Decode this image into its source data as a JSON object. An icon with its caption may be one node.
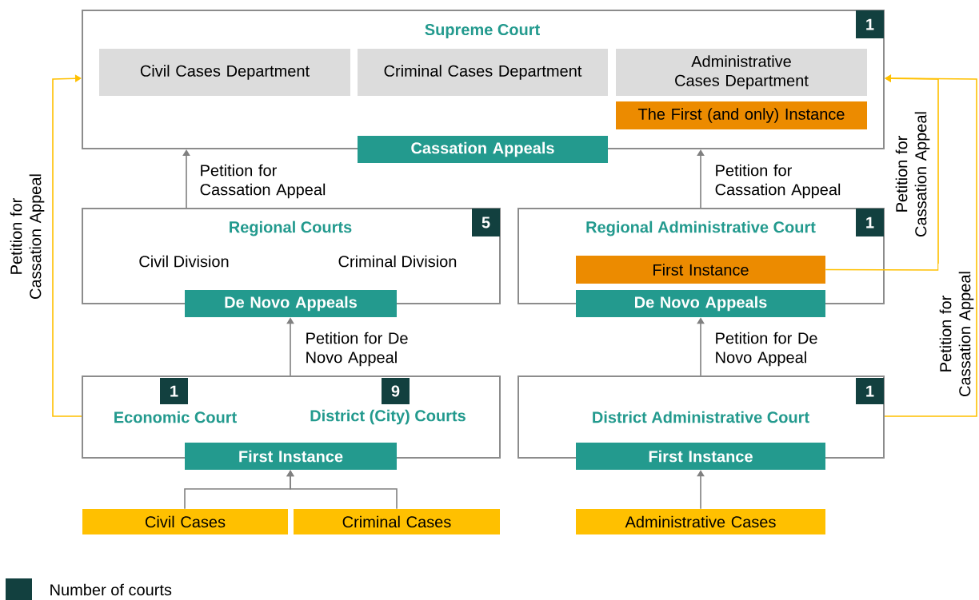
{
  "diagram": {
    "nodes": [
      {
        "text": [
          "Supreme Court"
        ]
      },
      {
        "text": [
          "1"
        ],
        "in": 0
      },
      {
        "text": [
          "Civil Cases Department"
        ],
        "in": 0
      },
      {
        "text": [
          "Criminal Cases Department"
        ],
        "in": 0
      },
      {
        "text": [
          "Administrative Cases Department"
        ],
        "in": 0
      },
      {
        "text": [
          "The First (and only) Instance"
        ],
        "in": 0
      },
      {
        "text": [
          "Cassation Appeals"
        ]
      },
      {
        "text": [
          "Regional Courts",
          "Civil Division",
          "Criminal Division"
        ]
      },
      {
        "text": [
          "5"
        ],
        "in": 7
      },
      {
        "text": [
          "De Novo Appeals"
        ]
      },
      {
        "text": [
          "Regional Administrative Court"
        ]
      },
      {
        "text": [
          "1"
        ],
        "in": 10
      },
      {
        "text": [
          "First Instance"
        ],
        "in": 10
      },
      {
        "text": [
          "De Novo Appeals"
        ]
      },
      {
        "text": [
          "Economic Court",
          "District (City) Courts"
        ]
      },
      {
        "text": [
          "1"
        ],
        "in": 14
      },
      {
        "text": [
          "9"
        ],
        "in": 14
      },
      {
        "text": [
          "First Instance"
        ]
      },
      {
        "text": [
          "District Administrative Court"
        ]
      },
      {
        "text": [
          "1"
        ],
        "in": 18
      },
      {
        "text": [
          "First Instance"
        ]
      },
      {
        "text": [
          "Civil Cases"
        ]
      },
      {
        "text": [
          "Criminal Cases"
        ]
      },
      {
        "text": [
          "Administrative Cases"
        ]
      }
    ],
    "edges": [
      {
        "from": 7,
        "to": 0,
        "arrow": "to",
        "label": "Petition for Cassation Appeal"
      },
      {
        "from": 10,
        "to": 0,
        "arrow": "to",
        "label": "Petition for Cassation Appeal"
      },
      {
        "from": 14,
        "to": 9,
        "arrow": "to",
        "label": "Petition for De Novo Appeal"
      },
      {
        "from": 18,
        "to": 13,
        "arrow": "to",
        "label": "Petition for De Novo Appeal"
      },
      {
        "from": 21,
        "to": 17,
        "arrow": "to"
      },
      {
        "from": 22,
        "to": 17,
        "arrow": "to"
      },
      {
        "from": 23,
        "to": 20,
        "arrow": "to"
      },
      {
        "from": 14,
        "to": 0,
        "arrow": "to",
        "label": "Petition for Cassation Appeal",
        "color": "#ffc000"
      },
      {
        "from": 12,
        "to": 0,
        "arrow": "to",
        "label": "Petition for Cassation Appeal",
        "color": "#ffc000"
      },
      {
        "from": 18,
        "to": 0,
        "arrow": "to",
        "label": "Petition for Cassation Appeal",
        "color": "#ffc000"
      }
    ],
    "legend": [
      {
        "text": "Number of courts",
        "color": "#12403f"
      }
    ]
  }
}
